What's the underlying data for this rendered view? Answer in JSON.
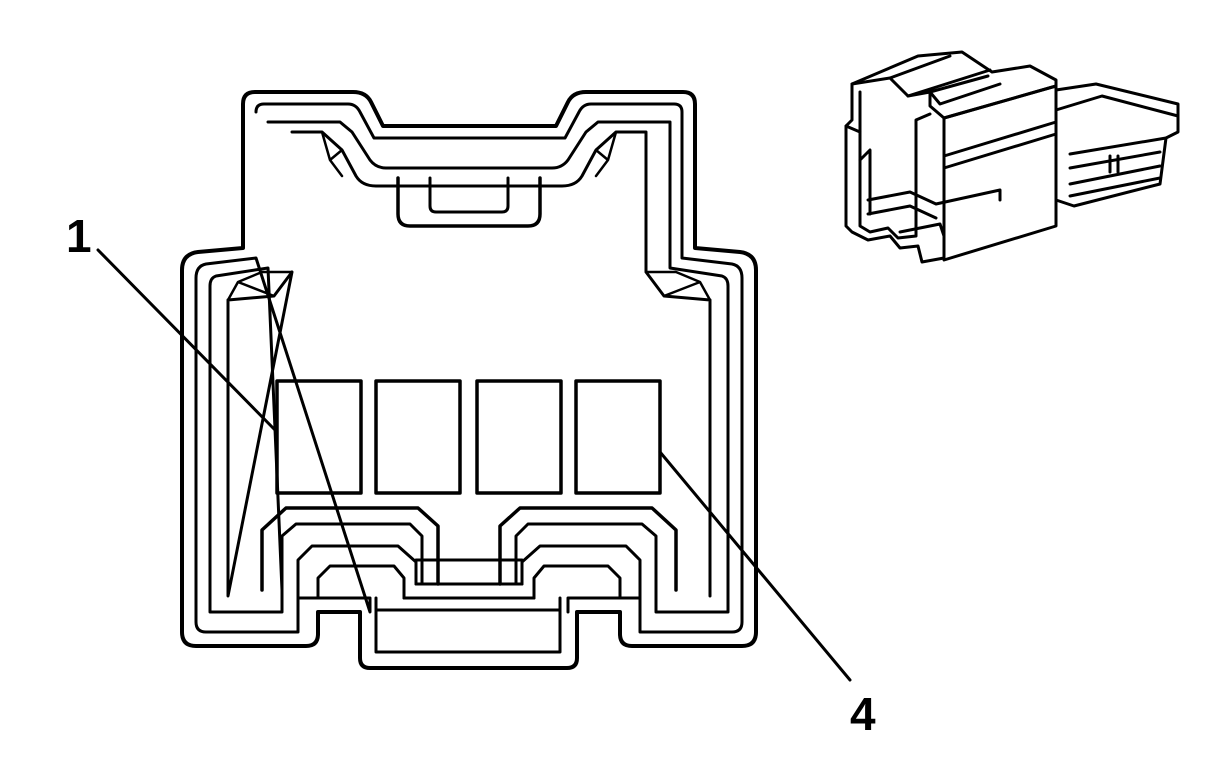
{
  "diagram": {
    "callouts": [
      {
        "id": "pin-1",
        "label": "1"
      },
      {
        "id": "pin-4",
        "label": "4"
      }
    ],
    "terminal_count": 4
  },
  "colors": {
    "line": "#000000",
    "background": "#ffffff"
  }
}
